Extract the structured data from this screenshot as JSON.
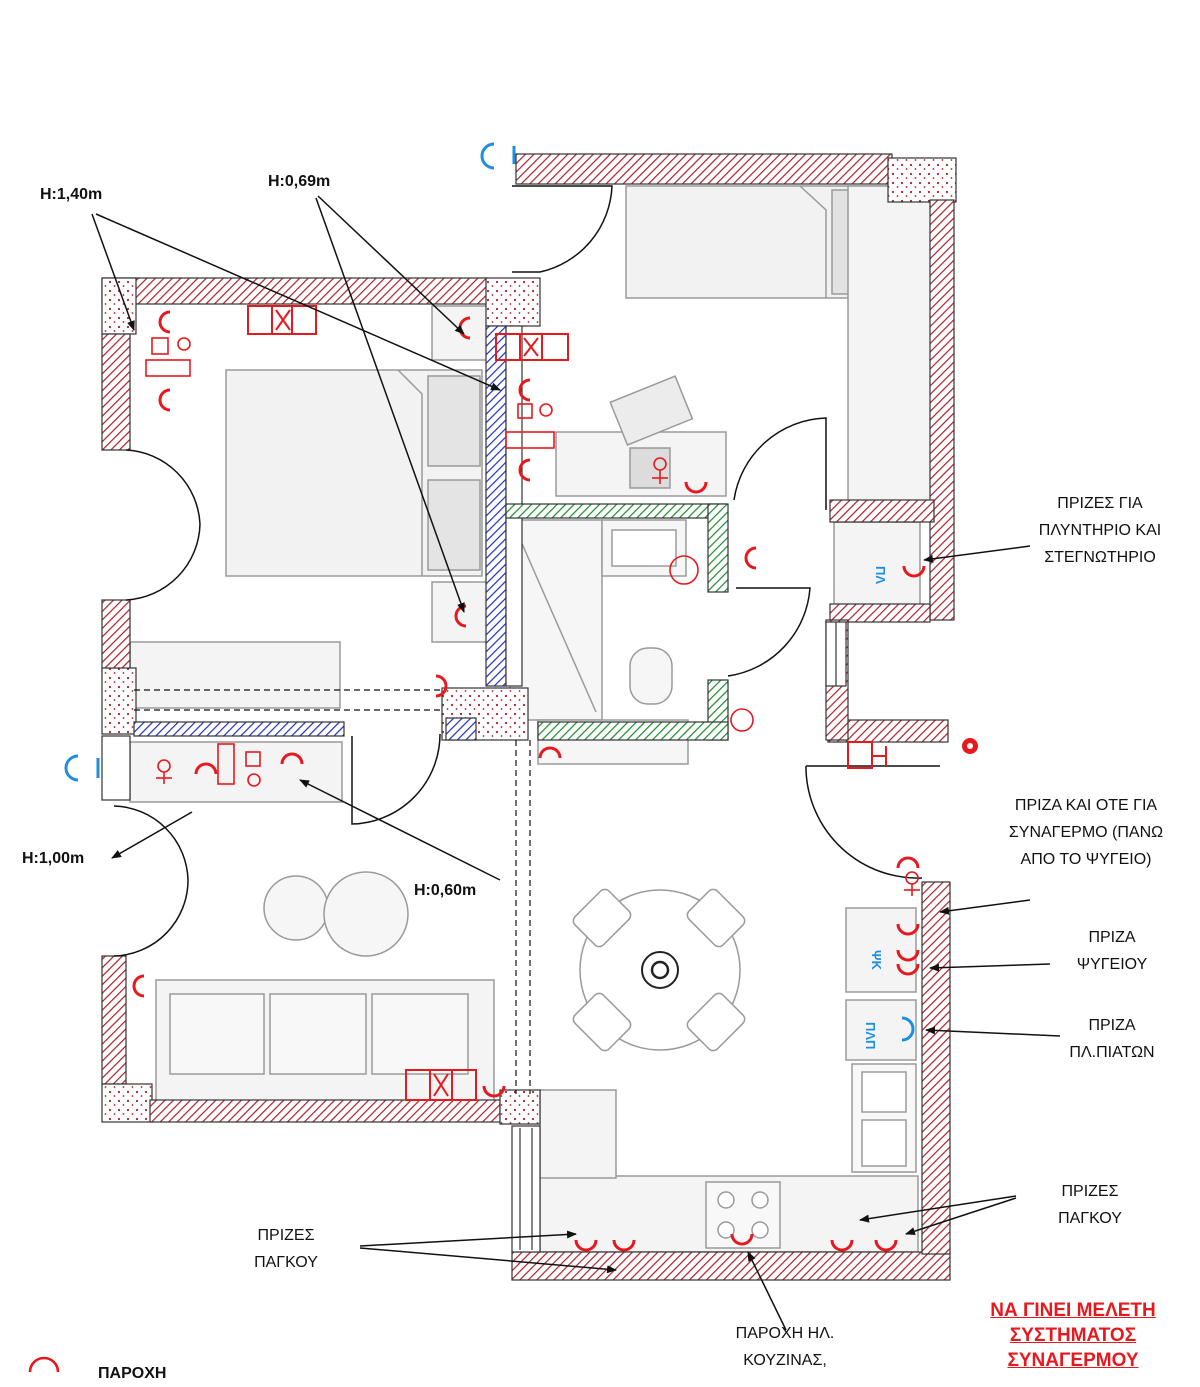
{
  "colors": {
    "wall_hatch": "#a8202b",
    "fixture_gray": "#9a9a9a",
    "fixture_fill": "#eeeeee",
    "electrical_red": "#e8191e",
    "insulation_blue": "#1f2fb8",
    "insulation_green": "#1a8a2a",
    "annotation_black": "#111111",
    "phone_cyan": "#1e8fe0"
  },
  "heights": {
    "h_140": "H:1,40m",
    "h_069": "H:0,69m",
    "h_100": "H:1,00m",
    "h_060": "H:0,60m"
  },
  "notes": {
    "washer_dryer": [
      "ΠΡΙΖΕΣ ΓΙΑ",
      "ΠΛΥΝΤΗΡΙΟ ΚΑΙ",
      "ΣΤΕΓΝΩΤΗΡΙΟ"
    ],
    "alarm_ote": [
      "ΠΡΙΖΑ ΚΑΙ ΟΤΕ ΓΙΑ",
      "ΣΥΝΑΓΕΡΜΟ (ΠΑΝΩ",
      "ΑΠΟ ΤΟ ΨΥΓΕΙΟ)"
    ],
    "fridge": [
      "ΠΡΙΖΑ",
      "ΨΥΓΕΙΟΥ"
    ],
    "dishwasher": [
      "ΠΡΙΖΑ",
      "ΠΛ.ΠΙΑΤΩΝ"
    ],
    "counter_right": [
      "ΠΡΙΖΕΣ",
      "ΠΑΓΚΟΥ"
    ],
    "counter_left": [
      "ΠΡΙΖΕΣ",
      "ΠΑΓΚΟΥ"
    ],
    "kitchen_supply": [
      "ΠΑΡΟΧΗ ΗΛ.",
      "ΚΟΥΖΙΝΑΣ,"
    ],
    "alarm_study": [
      "ΝΑ ΓΙΝΕΙ ΜΕΛΕΤΗ",
      "ΣΥΣΤΗΜΑΤΟΣ",
      "ΣΥΝΑΓΕΡΜΟΥ"
    ],
    "legend_label": "ΠΑΡΟΧΗ"
  },
  "appliance_labels": {
    "washer": "ΠΛ",
    "fridge": "ΨΚ",
    "dishwasher": "ΠΛΠ"
  },
  "icons": [
    "socket-icon",
    "tv-socket-icon",
    "phone-socket-icon",
    "switch-icon",
    "light-point-icon",
    "electric-panel-icon"
  ]
}
